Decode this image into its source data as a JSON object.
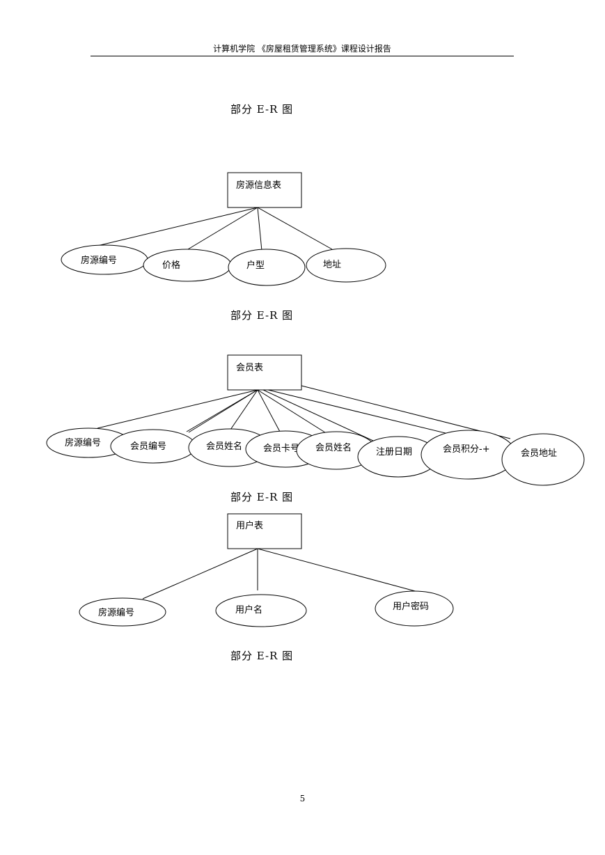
{
  "header": {
    "title": "计算机学院 《房屋租赁管理系统》课程设计报告"
  },
  "captions": [
    "部分 E-R 图",
    "部分 E-R 图",
    "部分 E-R 图",
    "部分 E-R 图"
  ],
  "diagrams": {
    "house": {
      "entity": "房源信息表",
      "attributes": [
        "房源编号",
        "价格",
        "户型",
        "地址"
      ]
    },
    "member": {
      "entity": "会员表",
      "attributes": [
        "房源编号",
        "会员编号",
        "会员姓名",
        "会员卡号",
        "会员姓名",
        "注册日期",
        "会员积分-+",
        "会员地址"
      ]
    },
    "user": {
      "entity": "用户表",
      "attributes": [
        "房源编号",
        "用户名",
        "用户密码"
      ]
    }
  },
  "page_number": "5"
}
